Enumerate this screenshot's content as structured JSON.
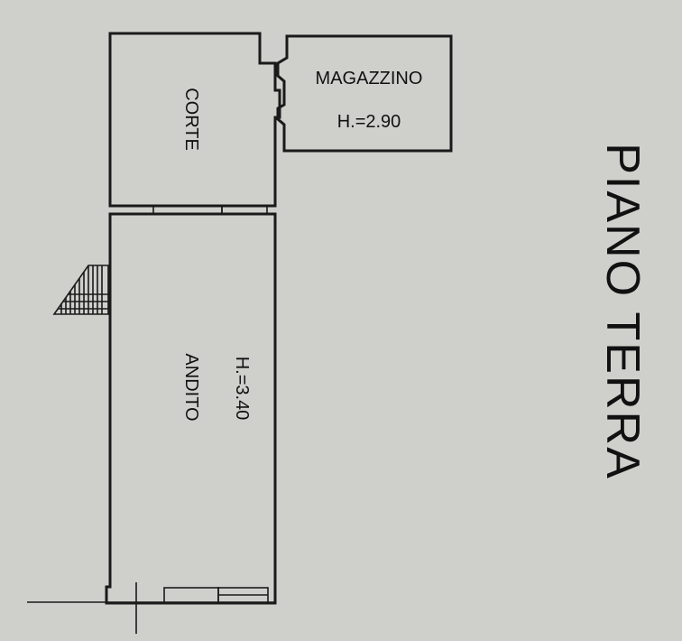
{
  "plan": {
    "title": "PIANO TERRA",
    "rooms": {
      "corte": {
        "label": "CORTE"
      },
      "magazzino": {
        "label": "MAGAZZINO",
        "height": "H.=2.90"
      },
      "andito": {
        "label": "ANDITO",
        "height": "H.=3.40"
      }
    }
  },
  "colors": {
    "background": "#cfd0cc",
    "ink": "#1a1a1a"
  }
}
